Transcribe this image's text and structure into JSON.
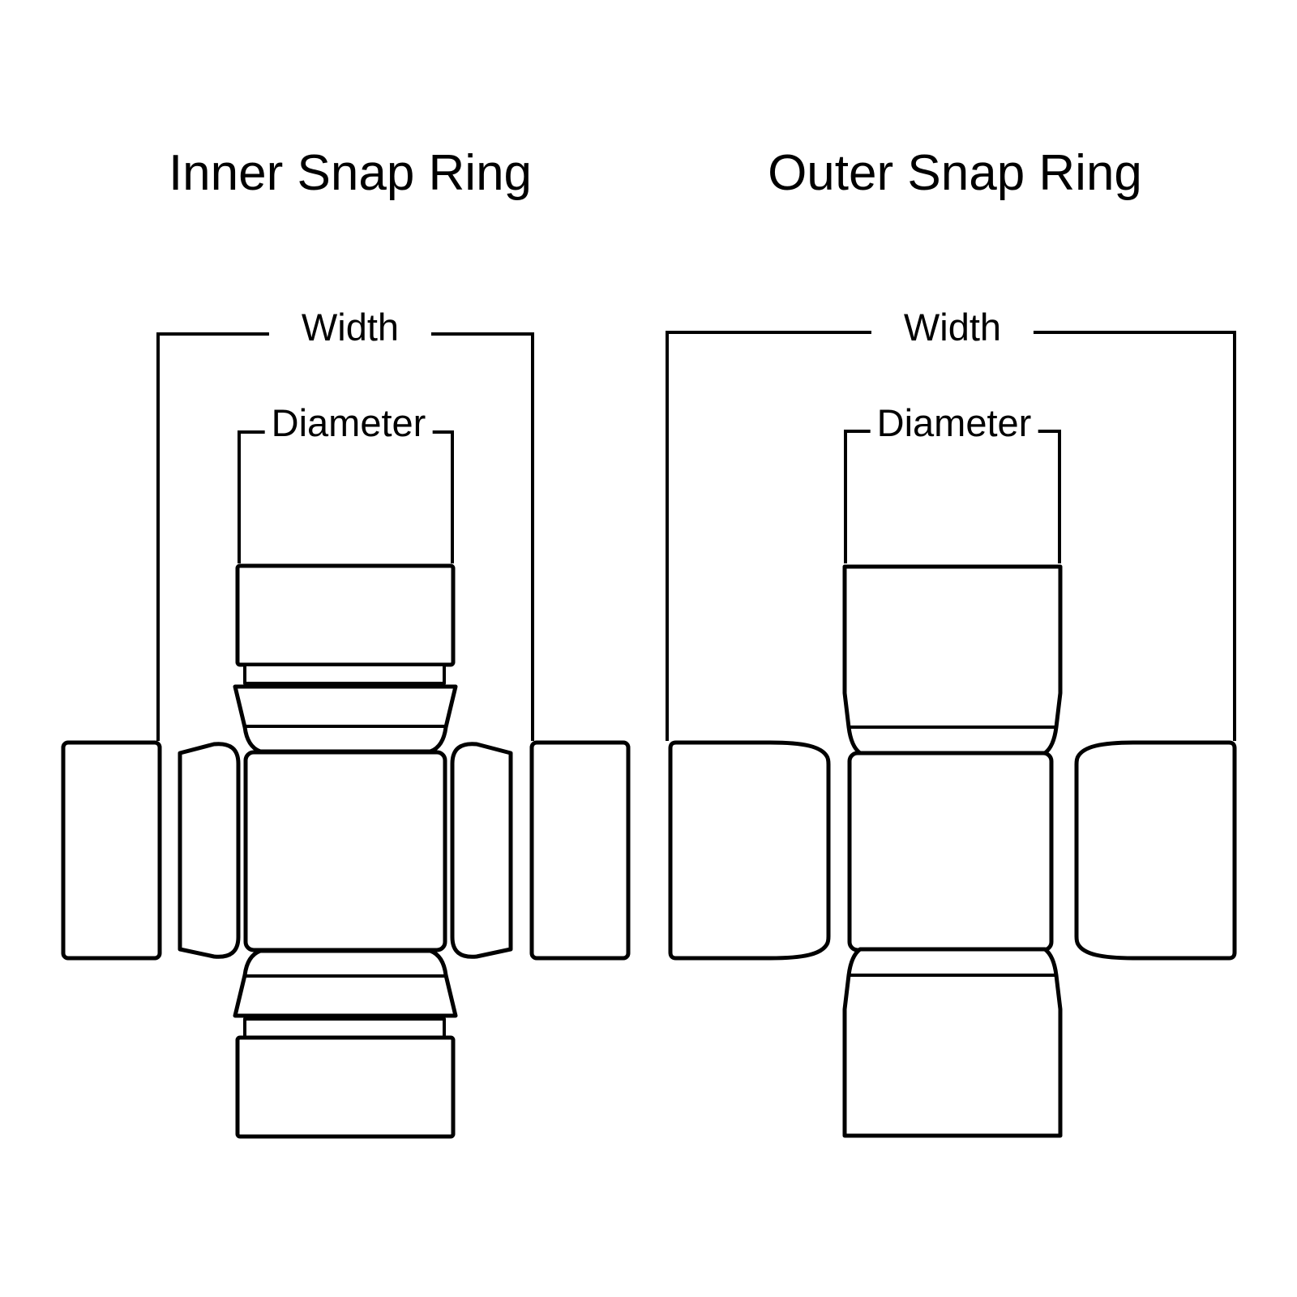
{
  "canvas": {
    "background_color": "#ffffff",
    "ink_color": "#000000"
  },
  "diagrams": [
    {
      "title": "Inner Snap Ring",
      "width_label": "Width",
      "diameter_label": "Diameter"
    },
    {
      "title": "Outer Snap Ring",
      "width_label": "Width",
      "diameter_label": "Diameter"
    }
  ]
}
